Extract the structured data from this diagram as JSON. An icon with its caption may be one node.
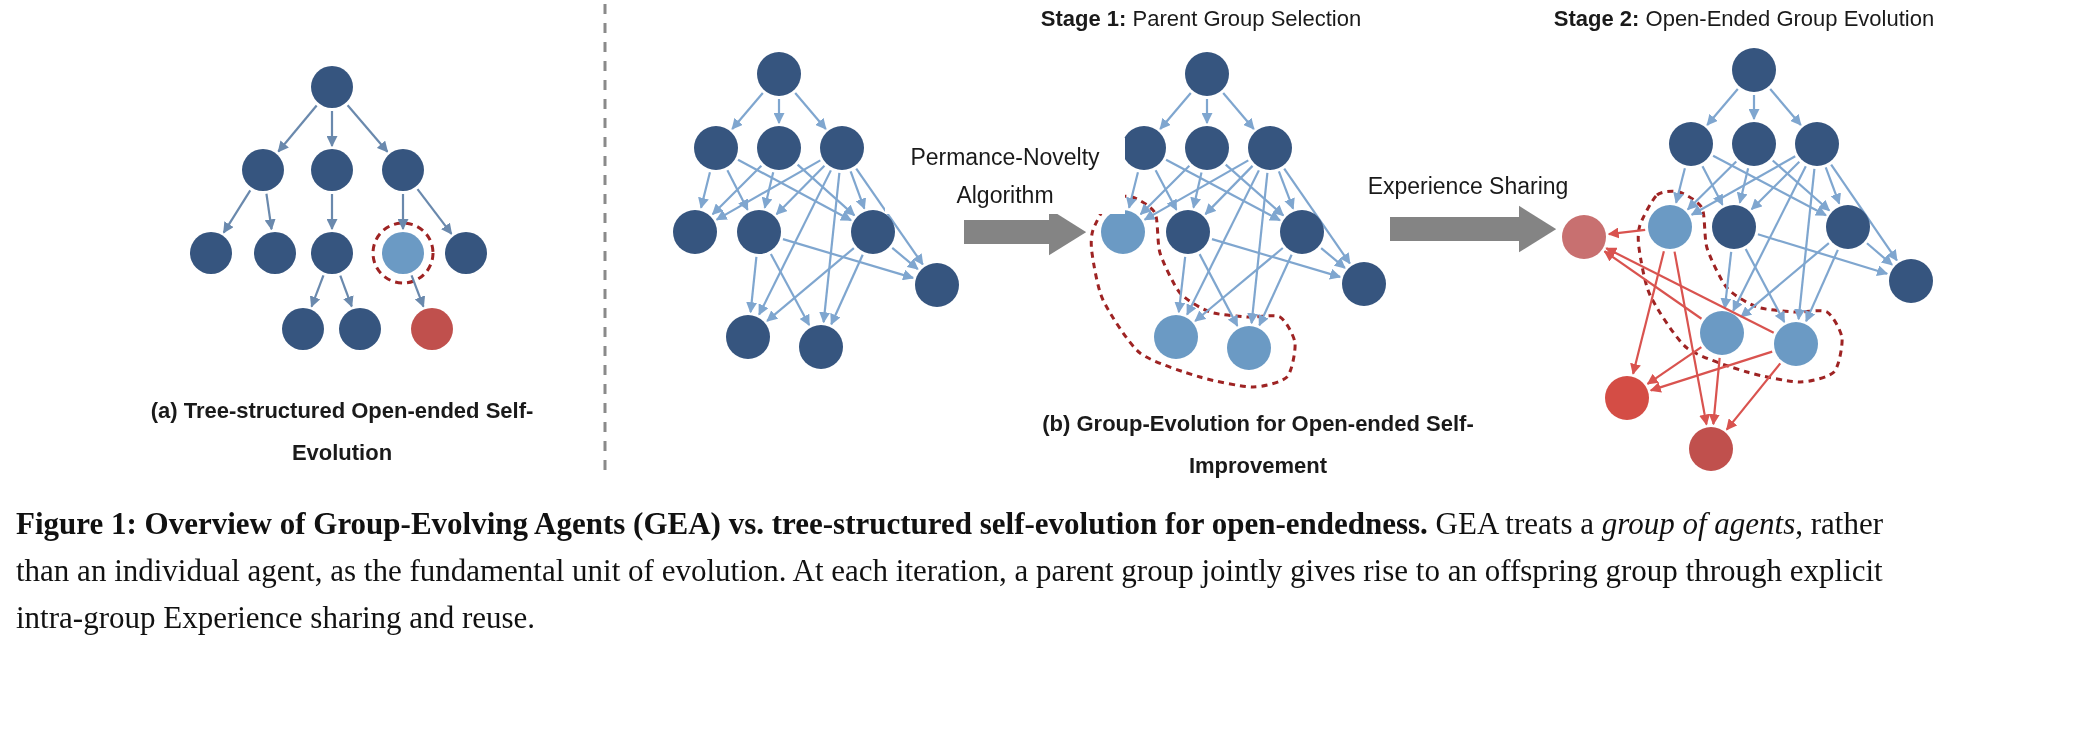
{
  "diagram": {
    "caption": "**Figure 1: Overview of Group-Evolving Agents (GEA) vs. tree-structured self-evolution for open-endedness.** GEA treats a *group of agents*, rather than an individual agent, as the fundamental unit of evolution. At each iteration, a parent group jointly gives rise to an offspring group through explicit intra-group Experience sharing and reuse.",
    "nodes": [
      {
        "text": [],
        "shape": "circle"
      },
      {
        "text": [],
        "shape": "circle"
      },
      {
        "text": [],
        "shape": "circle"
      },
      {
        "text": [],
        "shape": "circle"
      },
      {
        "text": [],
        "shape": "circle"
      },
      {
        "text": [],
        "shape": "circle"
      },
      {
        "text": [],
        "shape": "circle"
      },
      {
        "text": [],
        "shape": "circle"
      },
      {
        "text": [],
        "shape": "circle"
      },
      {
        "text": [],
        "shape": "circle"
      },
      {
        "text": [],
        "shape": "circle"
      },
      {
        "text": [],
        "shape": "circle"
      },
      {
        "text": [],
        "shape": "graph"
      },
      {
        "text": [],
        "shape": "circle",
        "in": 12
      },
      {
        "text": [],
        "shape": "circle",
        "in": 12
      },
      {
        "text": [],
        "shape": "circle",
        "in": 12
      },
      {
        "text": [],
        "shape": "circle",
        "in": 12
      },
      {
        "text": [],
        "shape": "circle",
        "in": 12
      },
      {
        "text": [],
        "shape": "circle",
        "in": 12
      },
      {
        "text": [],
        "shape": "circle",
        "in": 12
      },
      {
        "text": [],
        "shape": "circle",
        "in": 12
      },
      {
        "text": [],
        "shape": "circle",
        "in": 12
      },
      {
        "text": [],
        "shape": "circle",
        "in": 12
      },
      {
        "text": [],
        "shape": "graph"
      },
      {
        "text": [],
        "shape": "circle",
        "in": 23
      },
      {
        "text": [],
        "shape": "circle",
        "in": 23
      },
      {
        "text": [],
        "shape": "circle",
        "in": 23
      },
      {
        "text": [],
        "shape": "circle",
        "in": 23
      },
      {
        "text": [],
        "shape": "circle",
        "in": 23
      },
      {
        "text": [],
        "shape": "circle",
        "in": 23
      },
      {
        "text": [],
        "shape": "circle",
        "in": 23
      },
      {
        "text": [],
        "shape": "circle",
        "in": 23
      },
      {
        "text": [],
        "shape": "circle",
        "in": 23
      },
      {
        "text": [],
        "shape": "circle",
        "in": 23
      },
      {
        "text": [],
        "shape": "graph"
      },
      {
        "text": [],
        "shape": "circle",
        "in": 34
      },
      {
        "text": [],
        "shape": "circle",
        "in": 34
      },
      {
        "text": [],
        "shape": "circle",
        "in": 34
      },
      {
        "text": [],
        "shape": "circle",
        "in": 34
      },
      {
        "text": [],
        "shape": "circle",
        "in": 34
      },
      {
        "text": [],
        "shape": "circle",
        "in": 34
      },
      {
        "text": [],
        "shape": "circle",
        "in": 34
      },
      {
        "text": [],
        "shape": "circle",
        "in": 34
      },
      {
        "text": [],
        "shape": "circle",
        "in": 34
      },
      {
        "text": [],
        "shape": "circle",
        "in": 34
      },
      {
        "text": [],
        "shape": "circle",
        "in": 34
      },
      {
        "text": [],
        "shape": "circle",
        "in": 34
      },
      {
        "text": [],
        "shape": "circle",
        "in": 34
      }
    ],
    "edges": [
      {
        "from": 0,
        "to": 1,
        "arrow": "to",
        "color": "#6a89ad"
      },
      {
        "from": 0,
        "to": 2,
        "arrow": "to",
        "color": "#6a89ad"
      },
      {
        "from": 0,
        "to": 3,
        "arrow": "to",
        "color": "#6a89ad"
      },
      {
        "from": 1,
        "to": 4,
        "arrow": "to",
        "color": "#6a89ad"
      },
      {
        "from": 1,
        "to": 5,
        "arrow": "to",
        "color": "#6a89ad"
      },
      {
        "from": 2,
        "to": 6,
        "arrow": "to",
        "color": "#6a89ad"
      },
      {
        "from": 3,
        "to": 7,
        "arrow": "to",
        "color": "#6a89ad"
      },
      {
        "from": 3,
        "to": 8,
        "arrow": "to",
        "color": "#6a89ad"
      },
      {
        "from": 6,
        "to": 9,
        "arrow": "to",
        "color": "#6a89ad"
      },
      {
        "from": 6,
        "to": 10,
        "arrow": "to",
        "color": "#6a89ad"
      },
      {
        "from": 7,
        "to": 11,
        "arrow": "to",
        "color": "#6a89ad"
      },
      {
        "from": 13,
        "to": 14,
        "arrow": "to"
      },
      {
        "from": 13,
        "to": 15,
        "arrow": "to"
      },
      {
        "from": 13,
        "to": 16,
        "arrow": "to"
      },
      {
        "from": 14,
        "to": 17,
        "arrow": "to"
      },
      {
        "from": 14,
        "to": 18,
        "arrow": "to"
      },
      {
        "from": 14,
        "to": 19,
        "arrow": "to"
      },
      {
        "from": 15,
        "to": 17,
        "arrow": "to"
      },
      {
        "from": 15,
        "to": 18,
        "arrow": "to"
      },
      {
        "from": 15,
        "to": 19,
        "arrow": "to"
      },
      {
        "from": 16,
        "to": 17,
        "arrow": "to"
      },
      {
        "from": 16,
        "to": 18,
        "arrow": "to"
      },
      {
        "from": 16,
        "to": 19,
        "arrow": "to"
      },
      {
        "from": 16,
        "to": 20,
        "arrow": "to"
      },
      {
        "from": 16,
        "to": 21,
        "arrow": "to"
      },
      {
        "from": 16,
        "to": 22,
        "arrow": "to"
      },
      {
        "from": 18,
        "to": 20,
        "arrow": "to"
      },
      {
        "from": 18,
        "to": 21,
        "arrow": "to"
      },
      {
        "from": 18,
        "to": 22,
        "arrow": "to"
      },
      {
        "from": 19,
        "to": 20,
        "arrow": "to"
      },
      {
        "from": 19,
        "to": 21,
        "arrow": "to"
      },
      {
        "from": 19,
        "to": 22,
        "arrow": "to"
      },
      {
        "from": 12,
        "to": 23,
        "arrow": "to",
        "label": "Permance-Novelty Algorithm",
        "style": "thick",
        "color": "#848484"
      },
      {
        "from": 24,
        "to": 25,
        "arrow": "to"
      },
      {
        "from": 24,
        "to": 26,
        "arrow": "to"
      },
      {
        "from": 24,
        "to": 27,
        "arrow": "to"
      },
      {
        "from": 25,
        "to": 28,
        "arrow": "to"
      },
      {
        "from": 25,
        "to": 29,
        "arrow": "to"
      },
      {
        "from": 25,
        "to": 30,
        "arrow": "to"
      },
      {
        "from": 26,
        "to": 28,
        "arrow": "to"
      },
      {
        "from": 26,
        "to": 29,
        "arrow": "to"
      },
      {
        "from": 26,
        "to": 30,
        "arrow": "to"
      },
      {
        "from": 27,
        "to": 28,
        "arrow": "to"
      },
      {
        "from": 27,
        "to": 29,
        "arrow": "to"
      },
      {
        "from": 27,
        "to": 30,
        "arrow": "to"
      },
      {
        "from": 27,
        "to": 31,
        "arrow": "to"
      },
      {
        "from": 27,
        "to": 32,
        "arrow": "to"
      },
      {
        "from": 27,
        "to": 33,
        "arrow": "to"
      },
      {
        "from": 29,
        "to": 31,
        "arrow": "to"
      },
      {
        "from": 29,
        "to": 32,
        "arrow": "to"
      },
      {
        "from": 29,
        "to": 33,
        "arrow": "to"
      },
      {
        "from": 30,
        "to": 31,
        "arrow": "to"
      },
      {
        "from": 30,
        "to": 32,
        "arrow": "to"
      },
      {
        "from": 30,
        "to": 33,
        "arrow": "to"
      },
      {
        "from": 23,
        "to": 34,
        "arrow": "to",
        "label": "Experience Sharing",
        "style": "thick",
        "color": "#848484"
      },
      {
        "from": 35,
        "to": 36,
        "arrow": "to"
      },
      {
        "from": 35,
        "to": 37,
        "arrow": "to"
      },
      {
        "from": 35,
        "to": 38,
        "arrow": "to"
      },
      {
        "from": 36,
        "to": 39,
        "arrow": "to"
      },
      {
        "from": 36,
        "to": 40,
        "arrow": "to"
      },
      {
        "from": 36,
        "to": 41,
        "arrow": "to"
      },
      {
        "from": 37,
        "to": 39,
        "arrow": "to"
      },
      {
        "from": 37,
        "to": 40,
        "arrow": "to"
      },
      {
        "from": 37,
        "to": 41,
        "arrow": "to"
      },
      {
        "from": 38,
        "to": 39,
        "arrow": "to"
      },
      {
        "from": 38,
        "to": 40,
        "arrow": "to"
      },
      {
        "from": 38,
        "to": 41,
        "arrow": "to"
      },
      {
        "from": 38,
        "to": 42,
        "arrow": "to"
      },
      {
        "from": 38,
        "to": 43,
        "arrow": "to"
      },
      {
        "from": 38,
        "to": 44,
        "arrow": "to"
      },
      {
        "from": 40,
        "to": 42,
        "arrow": "to"
      },
      {
        "from": 40,
        "to": 43,
        "arrow": "to"
      },
      {
        "from": 40,
        "to": 44,
        "arrow": "to"
      },
      {
        "from": 41,
        "to": 42,
        "arrow": "to"
      },
      {
        "from": 41,
        "to": 43,
        "arrow": "to"
      },
      {
        "from": 41,
        "to": 44,
        "arrow": "to"
      },
      {
        "from": 39,
        "to": 45,
        "arrow": "to",
        "color": "#d9534f"
      },
      {
        "from": 43,
        "to": 45,
        "arrow": "to",
        "color": "#d9534f"
      },
      {
        "from": 44,
        "to": 45,
        "arrow": "to",
        "color": "#d9534f"
      },
      {
        "from": 39,
        "to": 46,
        "arrow": "to",
        "color": "#d9534f"
      },
      {
        "from": 39,
        "to": 47,
        "arrow": "to",
        "color": "#d9534f"
      },
      {
        "from": 43,
        "to": 46,
        "arrow": "to",
        "color": "#d9534f"
      },
      {
        "from": 44,
        "to": 46,
        "arrow": "to",
        "color": "#d9534f"
      },
      {
        "from": 43,
        "to": 47,
        "arrow": "to",
        "color": "#d9534f"
      },
      {
        "from": 44,
        "to": 47,
        "arrow": "to",
        "color": "#d9534f"
      }
    ],
    "labels": [
      "**Stage 1:** Parent Group Selection",
      "**Stage 2:** Open-Ended Group Evolution",
      "(a) Tree-structured Open-ended Self-Evolution",
      "(b) Group-Evolution for Open-ended Self-Improvement"
    ]
  }
}
